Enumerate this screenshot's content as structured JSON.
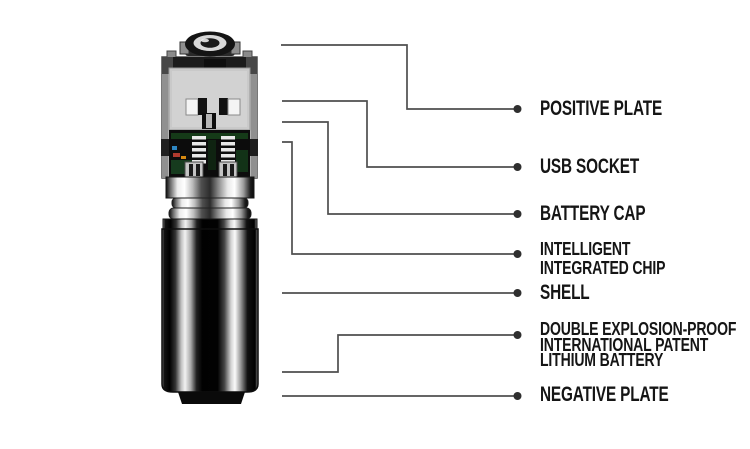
{
  "diagram": {
    "type": "battery-callout-diagram",
    "background": "#ffffff",
    "colors": {
      "callout_line": "#4f4f4f",
      "callout_dot": "#2f2f2f",
      "label_text": "#151515",
      "pcb_green": "#174020",
      "metal_dark": "#0a0a0a",
      "metal_light": "#f4f4f4"
    },
    "labels": [
      {
        "id": "positive-plate",
        "lines": [
          "POSITIVE PLATE"
        ]
      },
      {
        "id": "usb-socket",
        "lines": [
          "USB SOCKET"
        ]
      },
      {
        "id": "battery-cap",
        "lines": [
          "BATTERY CAP"
        ]
      },
      {
        "id": "intelligent-integrated-chip",
        "lines": [
          "INTELLIGENT",
          "INTEGRATED CHIP"
        ]
      },
      {
        "id": "shell",
        "lines": [
          "SHELL"
        ]
      },
      {
        "id": "lithium-battery",
        "lines": [
          "DOUBLE EXPLOSION-PROOF",
          "INTERNATIONAL PATENT",
          "LITHIUM BATTERY"
        ]
      },
      {
        "id": "negative-plate",
        "lines": [
          "NEGATIVE PLATE"
        ]
      }
    ]
  }
}
